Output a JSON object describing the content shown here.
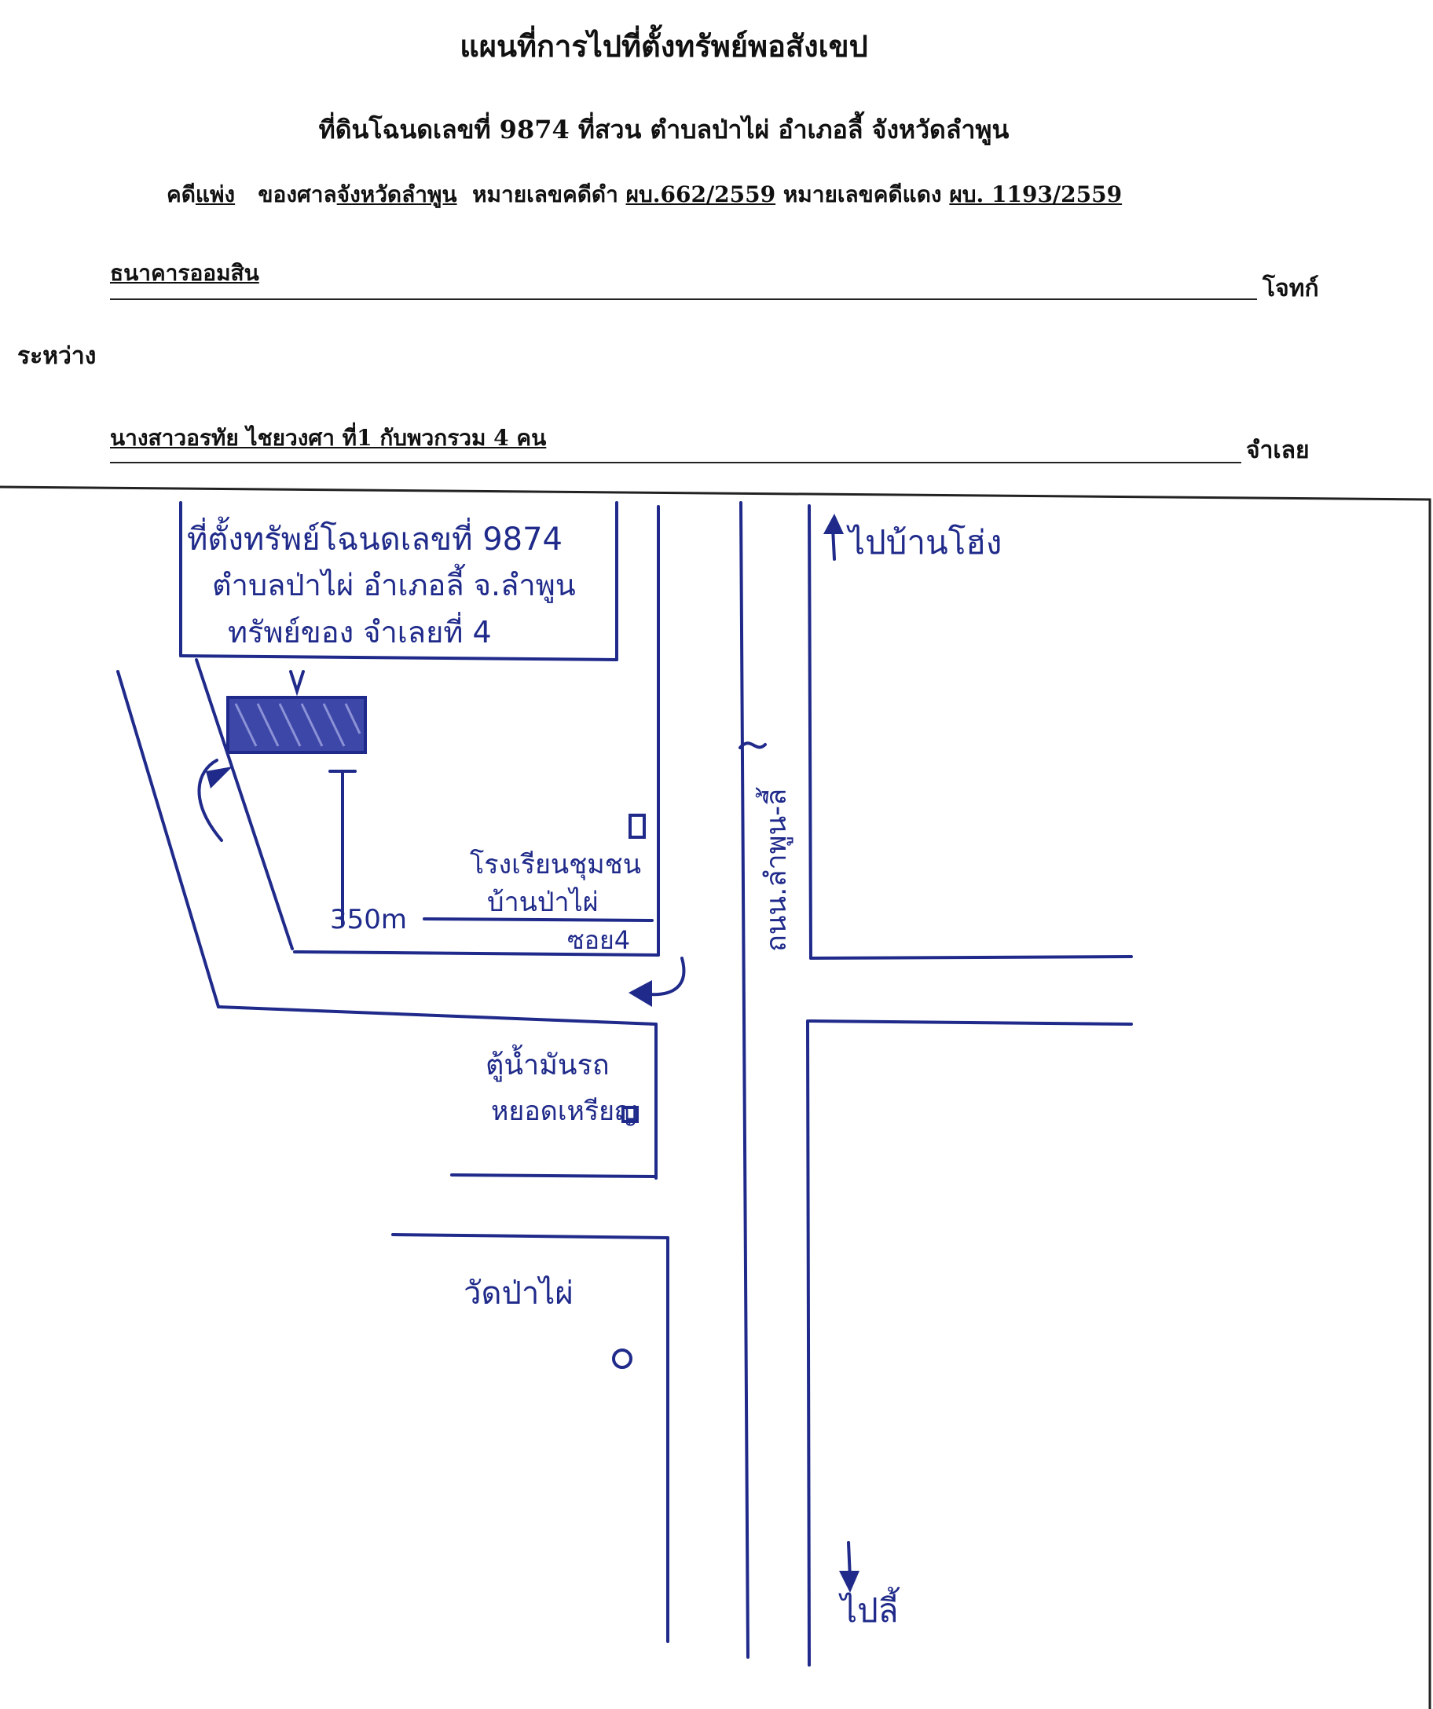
{
  "header": {
    "title": "แผนที่การไปที่ตั้งทรัพย์พอสังเขป",
    "subtitle": "ที่ดินโฉนดเลขที่ 9874 ที่สวน ตำบลป่าไผ่ อำเภอลี้ จังหวัดลำพูน",
    "case": {
      "prefix": "คดี",
      "case_type": "แพ่ง",
      "court_label": "ของศาล",
      "court": "จังหวัดลำพูน",
      "black_label": "หมายเลขคดีดำ",
      "black_no": "ผบ.662/2559",
      "red_label": "หมายเลขคดีแดง",
      "red_no": "ผบ. 1193/2559"
    },
    "plaintiff": {
      "name": "ธนาคารออมสิน",
      "role": "โจทก์"
    },
    "between": "ระหว่าง",
    "defendant": {
      "name": "นางสาวอรทัย ไชยวงศา ที่1 กับพวกรวม 4 คน",
      "role": "จำเลย"
    }
  },
  "map": {
    "ink_color": "#1f2a8a",
    "property_note": [
      "ที่ตั้งทรัพย์โฉนดเลขที่ 9874",
      "ตำบลป่าไผ่ อำเภอลี้ จ.ลำพูน",
      "ทรัพย์ของ จำเลยที่ 4"
    ],
    "to_north": "ไปบ้านโฮ่ง",
    "to_south": "ไปลี้",
    "main_road": "ถนน.ลำพูน-ลี้",
    "distance": "350m",
    "school": [
      "โรงเรียนชุมชน",
      "บ้านป่าไผ่"
    ],
    "soi": "ซอย4",
    "shop": [
      "ตู้น้ำมันรถ",
      "หยอดเหรียญ"
    ],
    "temple": "วัดป่าไผ่"
  }
}
